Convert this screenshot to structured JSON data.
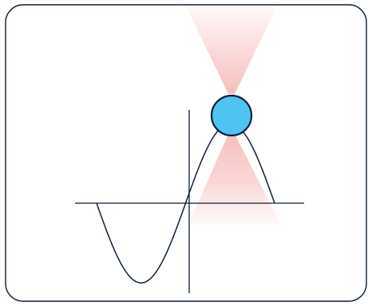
{
  "diagram": {
    "colors": {
      "frame": "#0b1f3a",
      "curve": "#0b1f3a",
      "axes": "#0b1f3a",
      "beam": "#f4a9a8",
      "particle_fill": "#4fc3f1",
      "particle_stroke": "#0b1f3a",
      "background": "#ffffff"
    },
    "elements": [
      "rounded-frame",
      "horizontal-axis",
      "vertical-axis",
      "one-period-sine-wave",
      "focused-light-beam",
      "particle-sphere"
    ]
  }
}
